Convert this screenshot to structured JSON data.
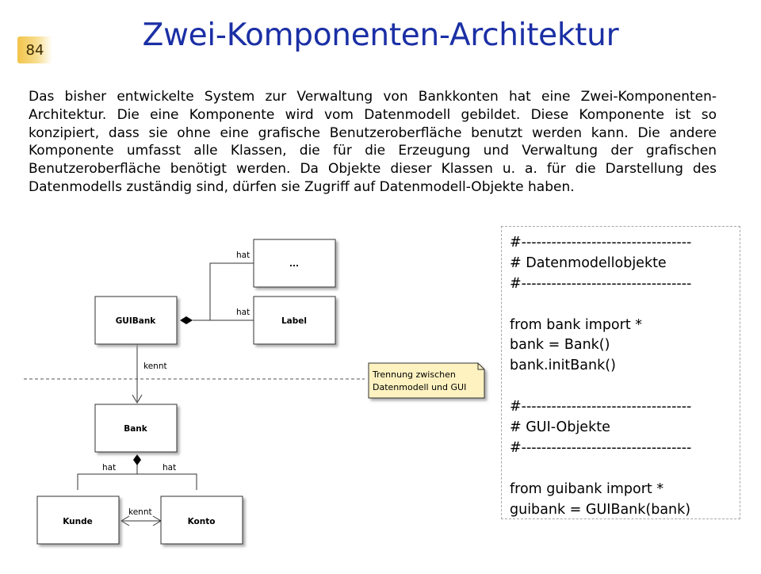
{
  "page_number": "84",
  "title": "Zwei-Komponenten-Architektur",
  "intro": "Das bisher entwickelte System zur Verwaltung von Bankkonten hat eine Zwei-Komponenten-Architektur. Die eine Komponente wird vom Datenmodell gebildet. Diese Komponente ist so konzipiert, dass sie ohne eine grafische Benutzeroberfläche benutzt werden kann. Die andere Komponente umfasst alle Klassen, die für die Erzeugung und Verwaltung der grafischen Benutzeroberfläche benötigt werden. Da Objekte dieser Klassen u. a. für die Darstellung des Datenmodells zuständig sind, dürfen sie Zugriff auf Datenmodell-Objekte haben.",
  "diagram": {
    "classes": {
      "dots": "...",
      "label": "Label",
      "guibank": "GUIBank",
      "bank": "Bank",
      "kunde": "Kunde",
      "konto": "Konto"
    },
    "relations": {
      "hat_dots": "hat",
      "hat_label": "hat",
      "kennt_gui_bank": "kennt",
      "hat_kunde": "hat",
      "hat_konto": "hat",
      "kennt_kunde_konto": "kennt"
    },
    "note_lines": [
      "Trennung zwischen",
      "Datenmodell und GUI"
    ]
  },
  "code_lines": [
    "#----------------------------------",
    "# Datenmodellobjekte",
    "#----------------------------------",
    "",
    "from bank import *",
    "bank = Bank()",
    "bank.initBank()",
    "",
    "#----------------------------------",
    "# GUI-Objekte",
    "#----------------------------------",
    "",
    "from guibank import *",
    "guibank = GUIBank(bank)"
  ]
}
